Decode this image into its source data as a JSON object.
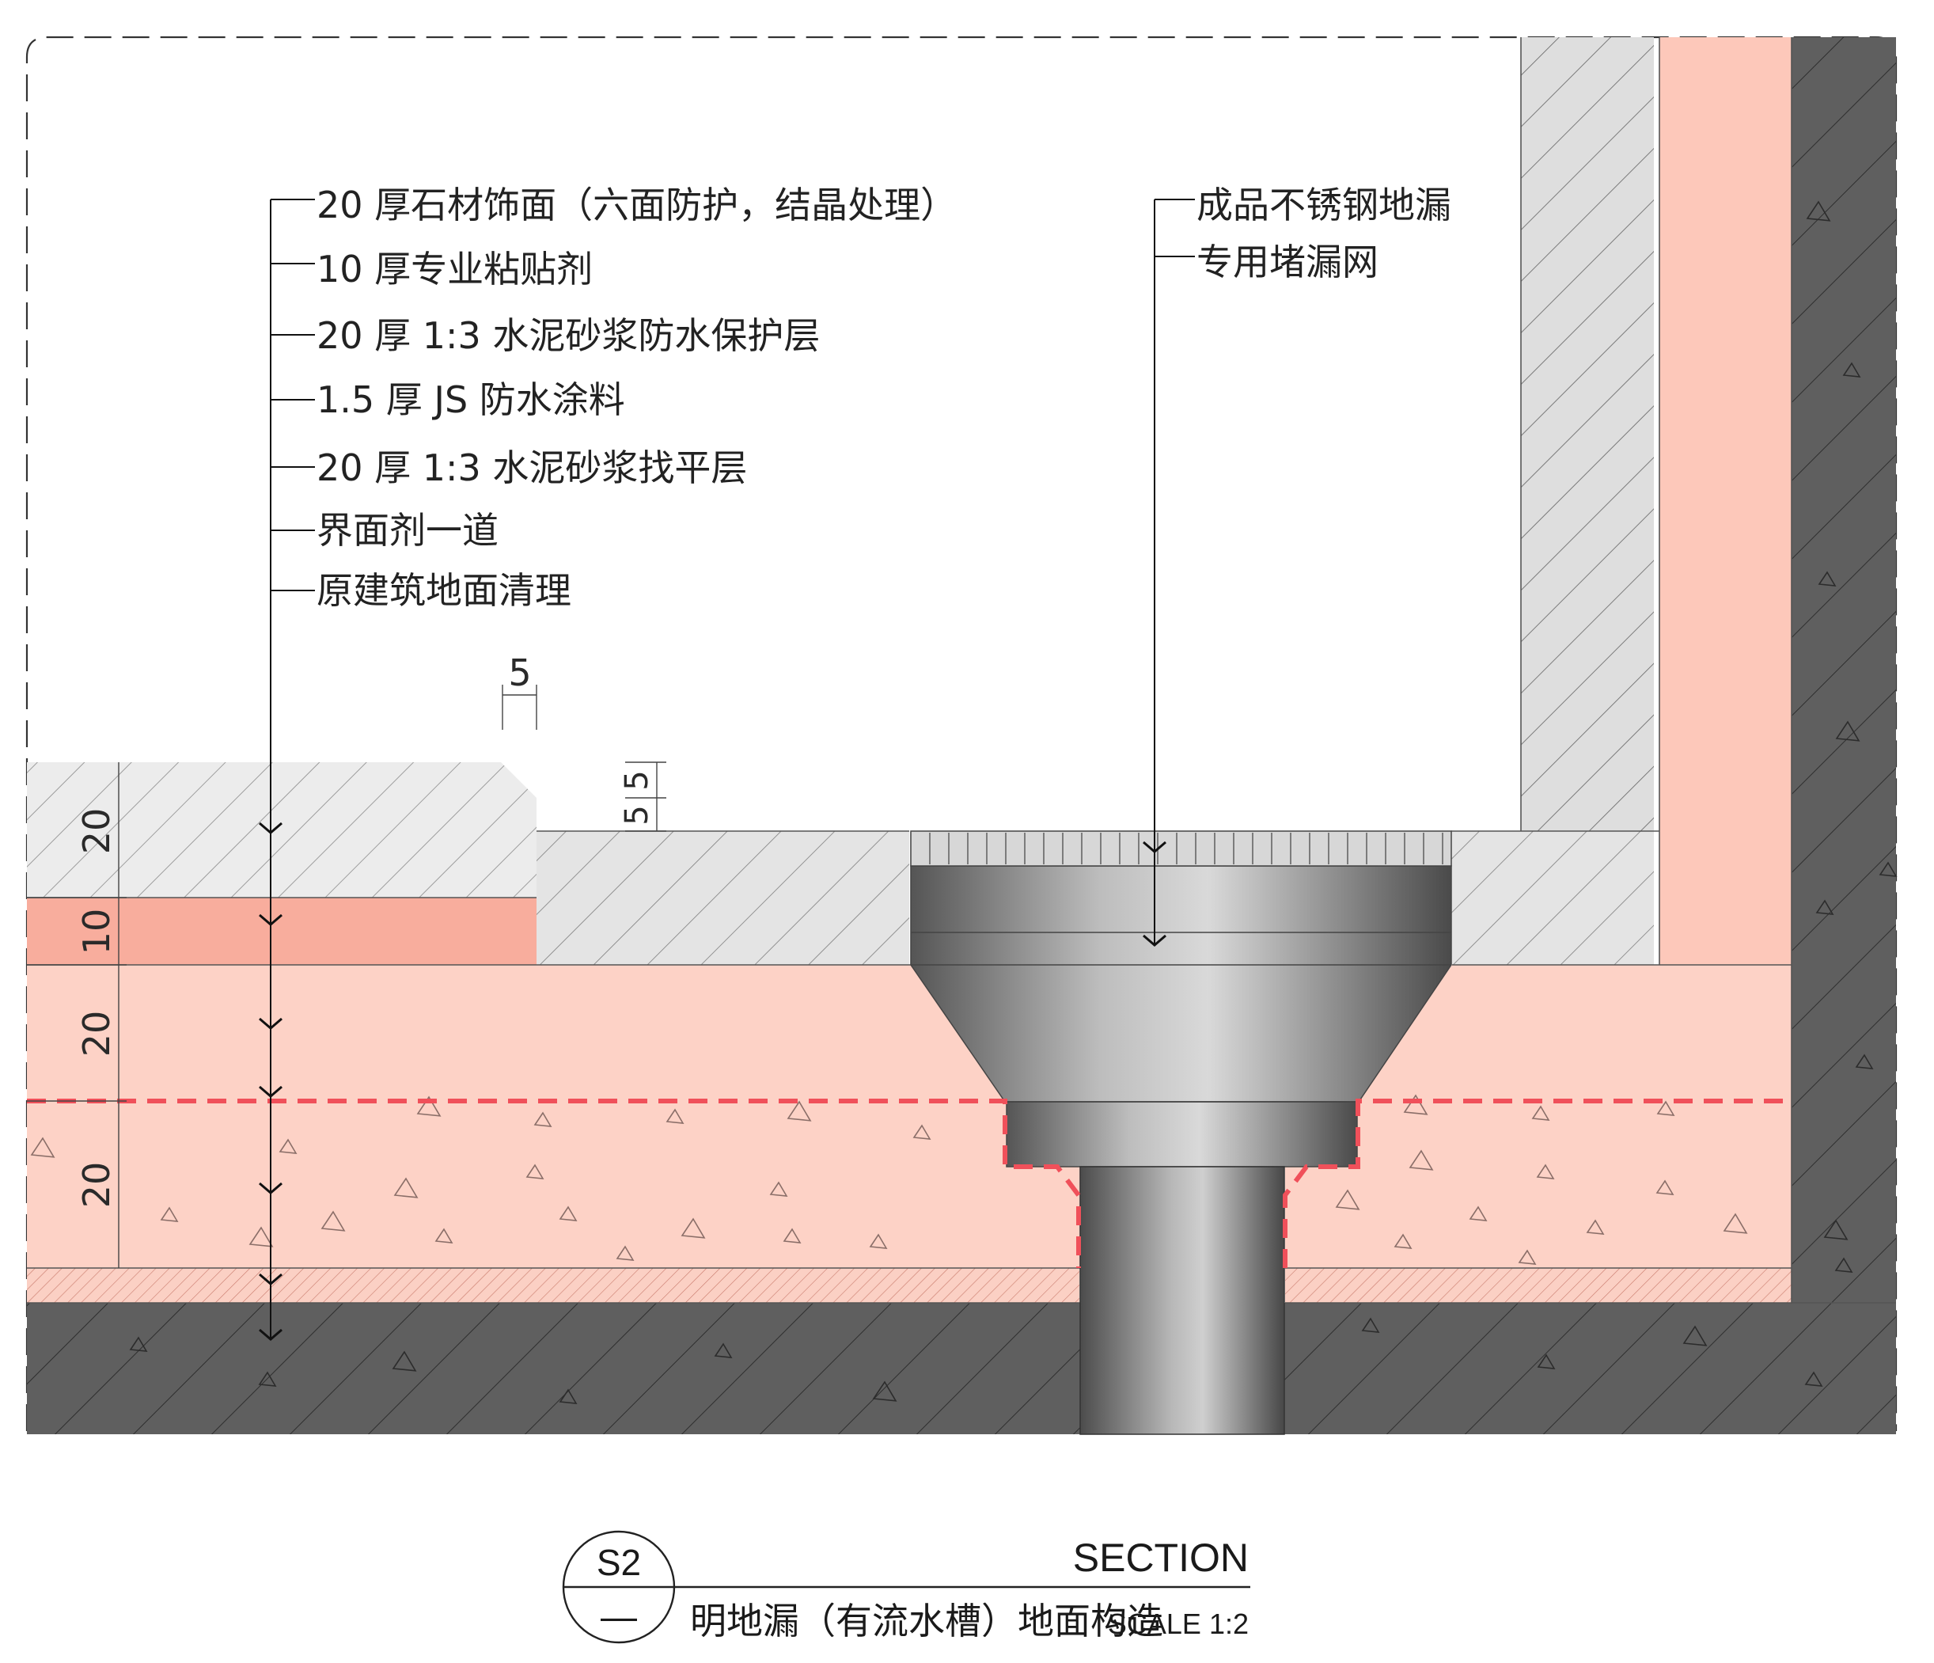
{
  "layer_callouts": [
    "20 厚石材饰面（六面防护，结晶处理）",
    "10 厚专业粘贴剂",
    "20 厚 1:3 水泥砂浆防水保护层",
    "1.5 厚 JS  防水涂料",
    "20 厚 1:3 水泥砂浆找平层",
    "界面剂一道",
    "原建筑地面清理"
  ],
  "drain_callouts": [
    "成品不锈钢地漏",
    "专用堵漏网"
  ],
  "dimensions": {
    "stone": "20",
    "adhesive": "10",
    "protect": "20",
    "level": "20",
    "chamfer": "5",
    "step_a": "5",
    "step_b": "5"
  },
  "title": {
    "code": "S2",
    "sheet": "—",
    "section": "SECTION",
    "name": "明地漏（有流水槽）地面构造",
    "scale": "SCALE 1:2"
  },
  "colors": {
    "stone_fill": "#ececec",
    "adhesive_fill": "#f8ad9d",
    "mortar_fill": "#fdd2c6",
    "waterproof_line": "#f0505a",
    "concrete_fill": "#5f5f5f",
    "drain_metal": "#8a8a8a"
  }
}
